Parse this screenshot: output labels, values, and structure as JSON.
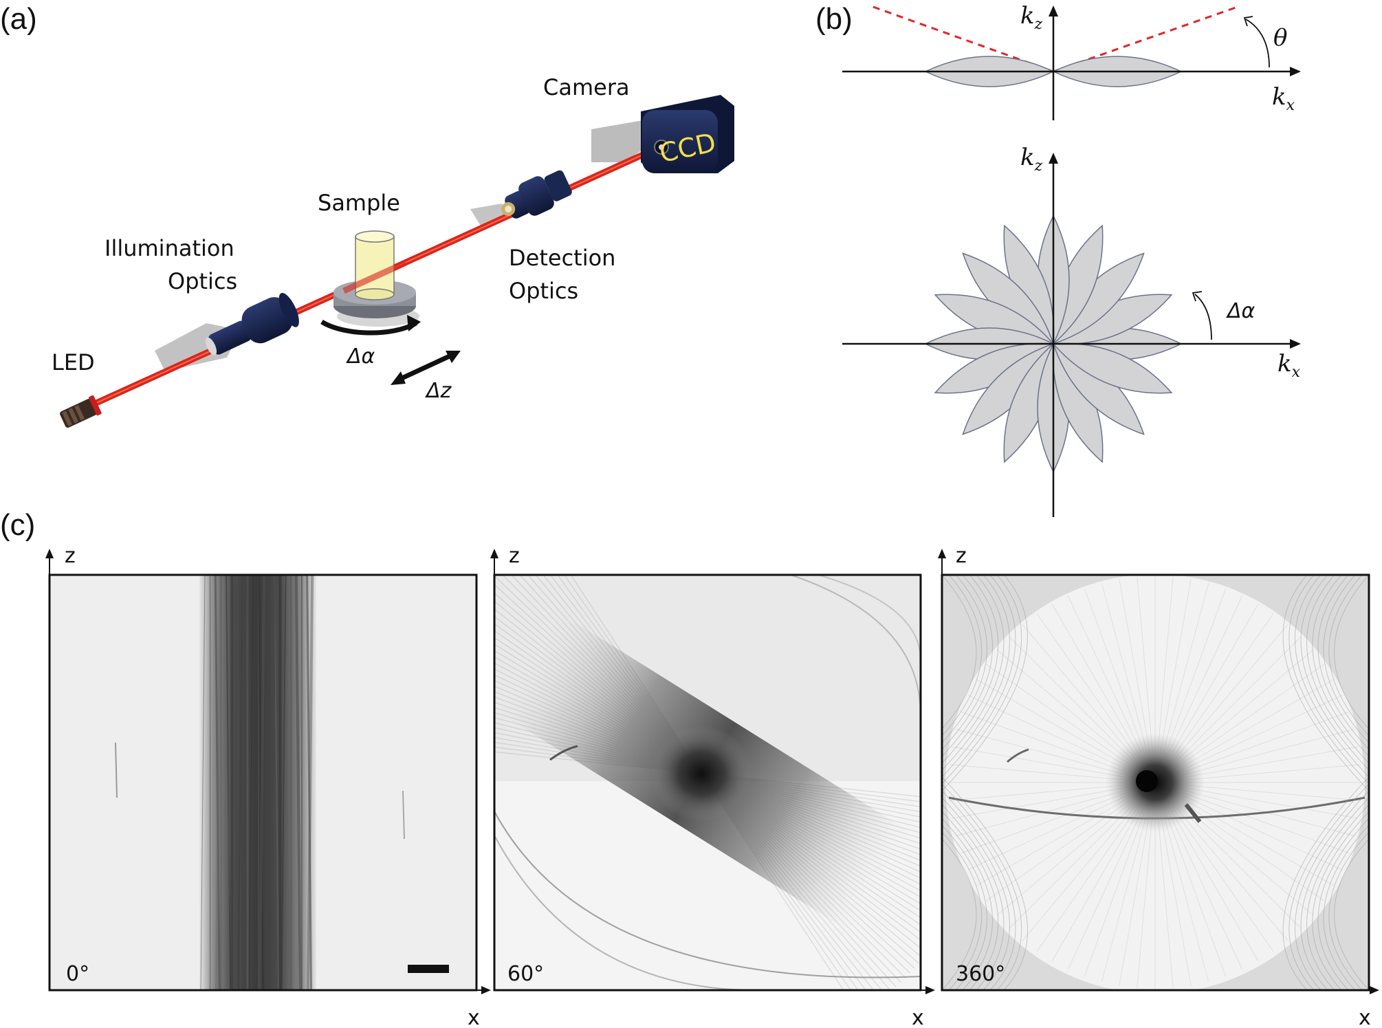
{
  "panel_labels": {
    "a": "(a)",
    "b": "(b)",
    "c": "(c)"
  },
  "setup": {
    "camera": "Camera",
    "ccd": "CCD",
    "sample": "Sample",
    "illumination_line1": "Illumination",
    "illumination_line2": "Optics",
    "detection_line1": "Detection",
    "detection_line2": "Optics",
    "led": "LED",
    "delta_alpha": "Δα",
    "delta_z": "Δz"
  },
  "kspace": {
    "kz_main": "k",
    "kz_sub": "z",
    "kx_main": "k",
    "kx_sub": "x",
    "theta": "θ",
    "delta_alpha": "Δα",
    "petal_count_bottom": 16,
    "colors": {
      "petal_fill": "#d3d3d6",
      "petal_stroke": "#6b7286",
      "dashed_line": "#e0262a"
    }
  },
  "projections": [
    {
      "angle_label": "0°",
      "z_label": "z",
      "x_label": "x"
    },
    {
      "angle_label": "60°",
      "z_label": "z",
      "x_label": "x"
    },
    {
      "angle_label": "360°",
      "z_label": "z",
      "x_label": "x"
    }
  ],
  "colors": {
    "beam": "#d9261c",
    "device_body": "#1a2750",
    "ccd_text": "#f2e04a",
    "sample": "#f7f3b8"
  }
}
